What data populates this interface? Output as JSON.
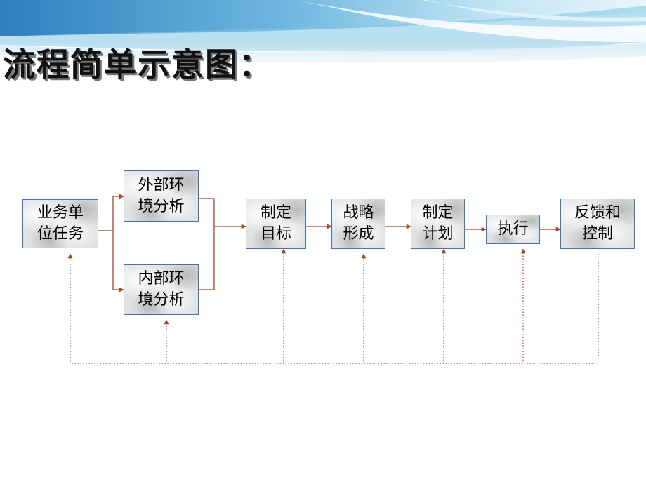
{
  "title": "流程简单示意图：",
  "colors": {
    "arrow": "#a0462a",
    "node_border": "#4a6fb3",
    "banner_dark": "#3a8cc4",
    "banner_light": "#a8d8ee"
  },
  "nodes": {
    "mission": {
      "label": "业务单\n位任务"
    },
    "external": {
      "label": "外部环\n境分析"
    },
    "internal": {
      "label": "内部环\n境分析"
    },
    "goals": {
      "label": "制定\n目标"
    },
    "strategy": {
      "label": "战略\n形成"
    },
    "plan": {
      "label": "制定\n计划"
    },
    "execute": {
      "label": "执行"
    },
    "feedback": {
      "label": "反馈和\n控制"
    }
  }
}
